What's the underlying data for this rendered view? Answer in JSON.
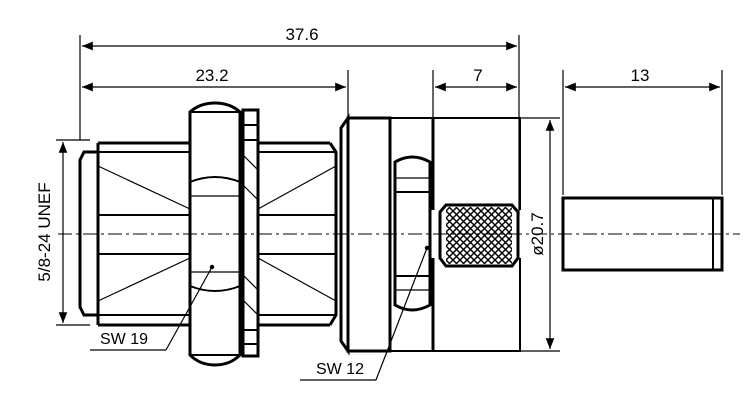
{
  "dimensions": {
    "overall_length": "37.6",
    "body_length": "23.2",
    "crimp_length": "7",
    "ferrule_length": "13",
    "diameter": "ø20.7"
  },
  "thread_spec": "5/8-24 UNEF",
  "wrench_sizes": {
    "nut": "SW 19",
    "hex": "SW 12"
  }
}
